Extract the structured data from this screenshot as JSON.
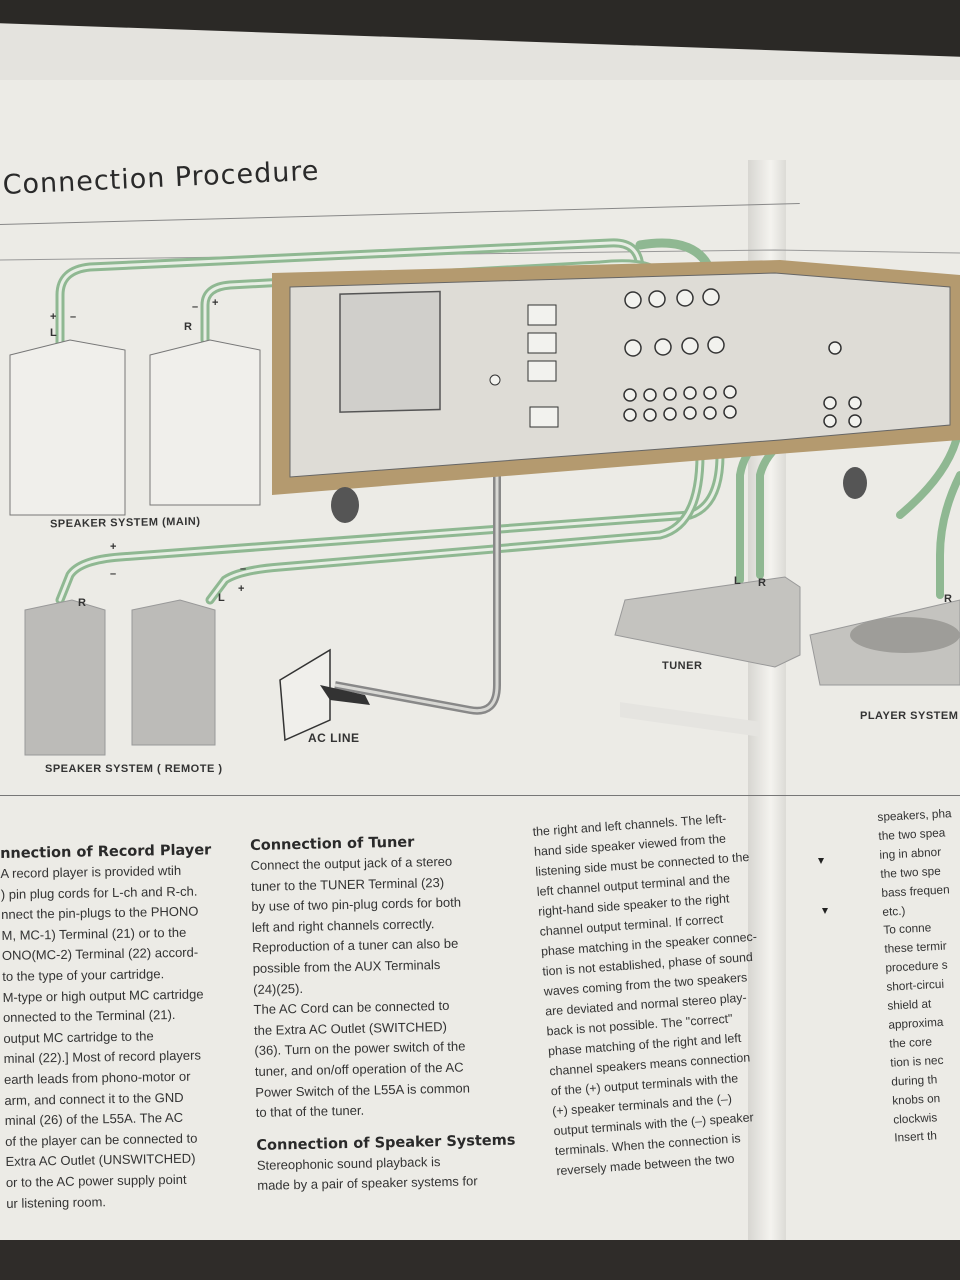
{
  "page": {
    "title": "Connection Procedure"
  },
  "diagram": {
    "labels": {
      "speaker_main": "SPEAKER  SYSTEM (MAIN)",
      "speaker_remote": "SPEAKER  SYSTEM ( REMOTE )",
      "tuner": "TUNER",
      "ac_line": "AC  LINE",
      "player_system": "PLAYER  SYSTEM",
      "main_l": "L",
      "main_l_plus": "+",
      "main_l_minus": "–",
      "main_r": "R",
      "main_r_minus": "–",
      "main_r_plus": "+",
      "remote_plus": "+",
      "remote_minus": "–",
      "remote_r": "R",
      "remote_l": "L",
      "remote_l_minus": "–",
      "remote_l_plus": "+",
      "tuner_l": "L",
      "tuner_r": "R",
      "player_r": "R"
    },
    "colors": {
      "wire_green": "#8fb892",
      "wire_dark": "#5c8a60",
      "unit_gray": "#bcbbb8",
      "wood": "#b49a6f"
    }
  },
  "text": {
    "col1": {
      "heading": "nnection of Record Player",
      "body": "A record player is provided wtih\n) pin plug cords for L-ch and R-ch.\nnnect the pin-plugs to the PHONO\nM, MC-1) Terminal (21) or to the\nONO(MC-2) Terminal (22) accord-\n to the type of your cartridge.\nM-type or high output MC cartridge\nonnected to the Terminal (21).\n output MC cartridge to the\nminal (22).] Most of record players\n earth leads from phono-motor or\narm, and connect it to the GND\nminal (26) of the L55A. The AC\n of the player can be connected to\nExtra AC Outlet (UNSWITCHED)\n or to the AC power supply point\nur listening room."
    },
    "col2": {
      "heading1": "Connection of Tuner",
      "body1": "   Connect the output jack of a stereo\ntuner to the TUNER Terminal (23)\nby use of two pin-plug cords for both\nleft and right channels correctly.\nReproduction of a tuner can also be\npossible from the AUX Terminals\n(24)(25).",
      "body2": "   The AC Cord can be connected to\nthe Extra AC Outlet (SWITCHED)\n(36). Turn on the power switch of the\ntuner, and on/off operation of the AC\nPower Switch of the L55A is common\nto that of the tuner.",
      "heading2": "Connection of Speaker Systems",
      "body3": "   Stereophonic sound playback is\nmade by a pair of speaker systems for"
    },
    "col3": {
      "body": "the right and left channels. The left-\nhand side speaker viewed from the\nlistening side must be connected to the\nleft channel output terminal and the\nright-hand side speaker to the right\nchannel output terminal. If correct\nphase matching in the speaker connec-\ntion is not established, phase of sound\nwaves coming from the two speakers\nare deviated and normal stereo play-\nback is not possible. The \"correct\"\nphase matching of the right and left\nchannel speakers means connection\nof the (+) output terminals with the\n(+) speaker terminals and the (–)\noutput terminals with the (–) speaker\nterminals. When the connection is\nreversely made between the two"
    },
    "col4": {
      "body": "speakers, pha\nthe two spea\ning in abnor\nthe two spe\nbass frequen\netc.)\n   To conne\nthese termir\nprocedure s\nshort-circui\nshield at\napproxima\nthe core\ntion is nec\nduring th\nknobs on\nclockwis\nInsert th"
    }
  }
}
